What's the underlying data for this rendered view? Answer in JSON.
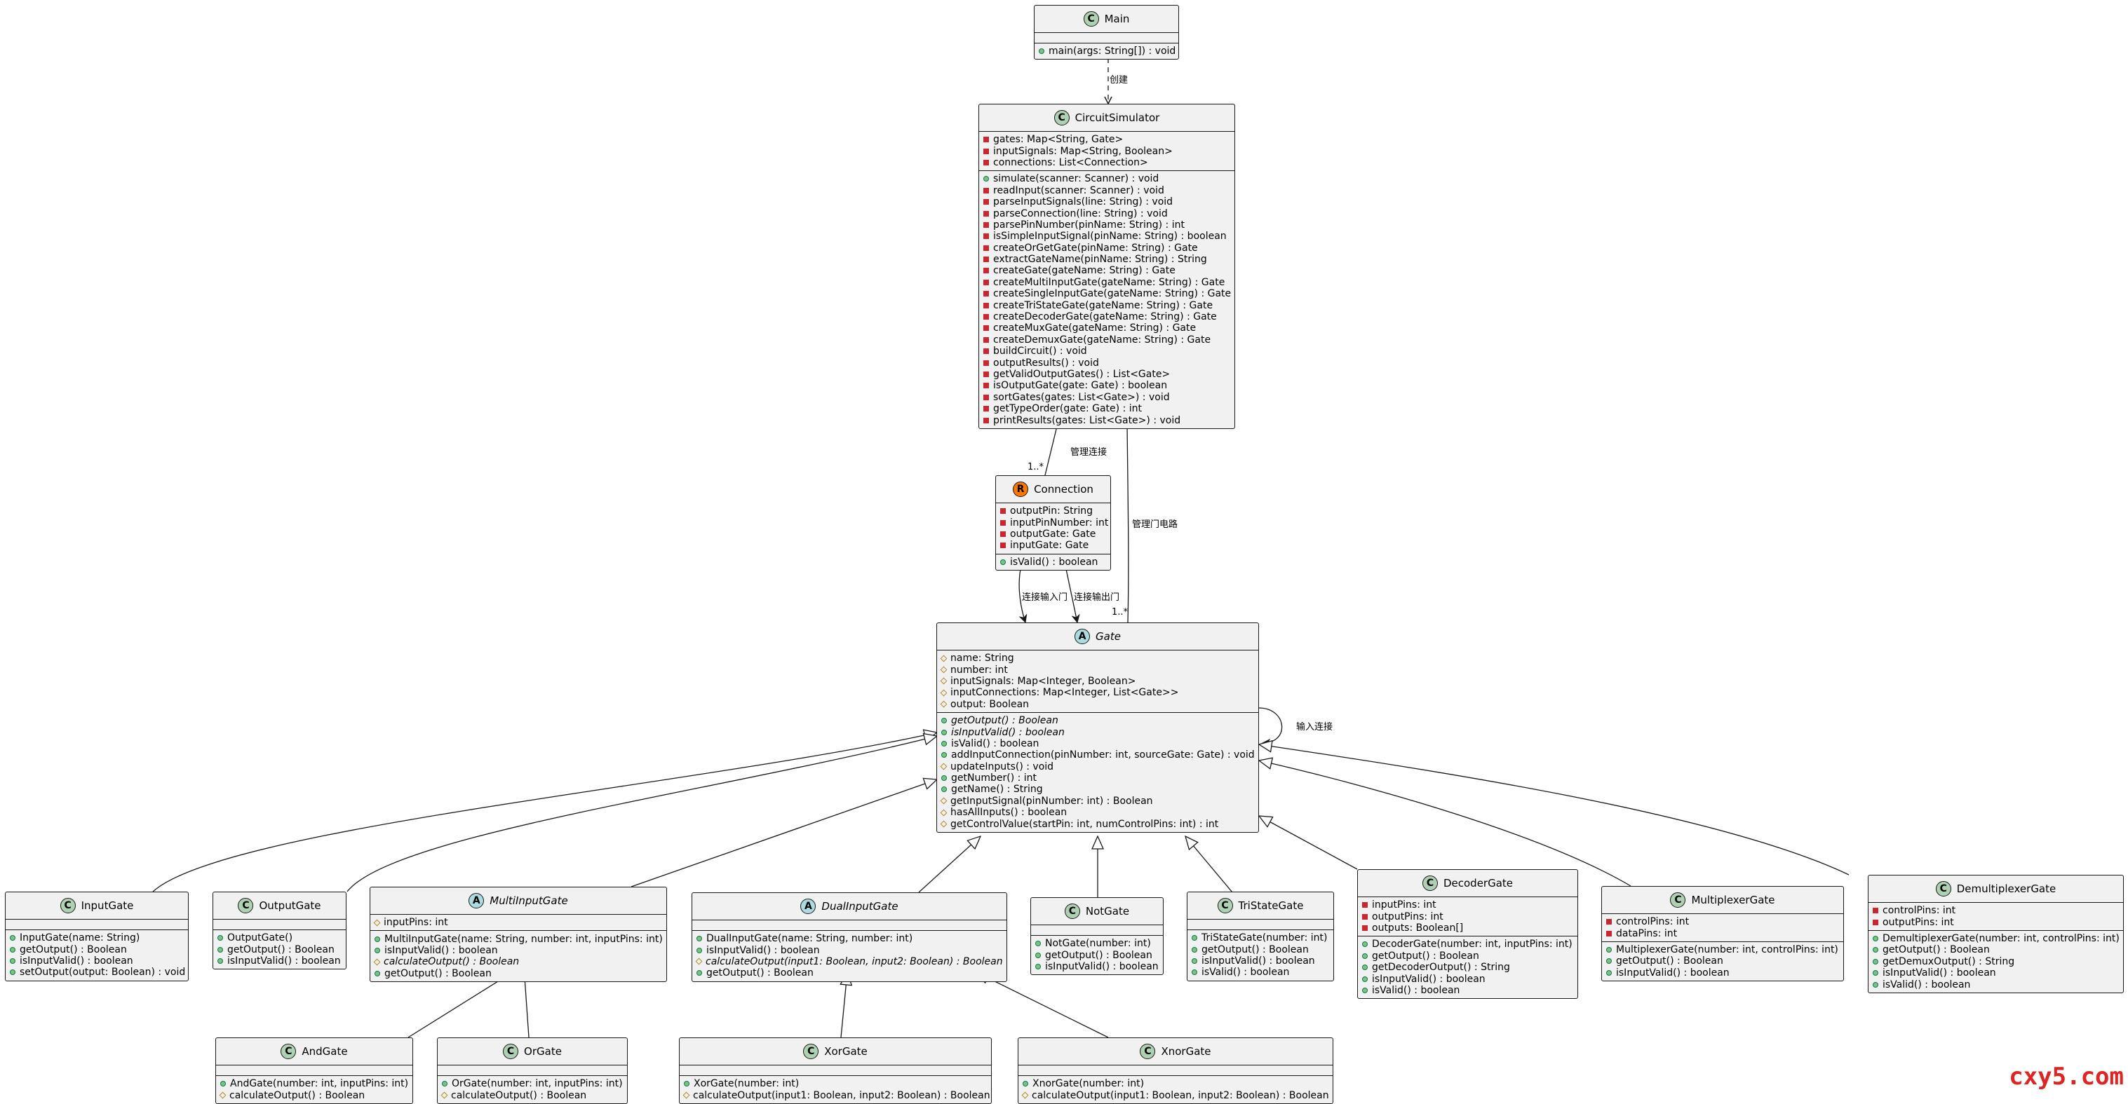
{
  "classes": {
    "main": {
      "name": "Main",
      "kind": "class",
      "fields": [],
      "methods": [
        {
          "v": "pub",
          "t": "main(args: String[]) : void"
        }
      ]
    },
    "simulator": {
      "name": "CircuitSimulator",
      "kind": "class",
      "fields": [
        {
          "v": "pri",
          "t": "gates: Map<String, Gate>"
        },
        {
          "v": "pri",
          "t": "inputSignals: Map<String, Boolean>"
        },
        {
          "v": "pri",
          "t": "connections: List<Connection>"
        }
      ],
      "methods": [
        {
          "v": "pub",
          "t": "simulate(scanner: Scanner) : void"
        },
        {
          "v": "pri",
          "t": "readInput(scanner: Scanner) : void"
        },
        {
          "v": "pri",
          "t": "parseInputSignals(line: String) : void"
        },
        {
          "v": "pri",
          "t": "parseConnection(line: String) : void"
        },
        {
          "v": "pri",
          "t": "parsePinNumber(pinName: String) : int"
        },
        {
          "v": "pri",
          "t": "isSimpleInputSignal(pinName: String) : boolean"
        },
        {
          "v": "pri",
          "t": "createOrGetGate(pinName: String) : Gate"
        },
        {
          "v": "pri",
          "t": "extractGateName(pinName: String) : String"
        },
        {
          "v": "pri",
          "t": "createGate(gateName: String) : Gate"
        },
        {
          "v": "pri",
          "t": "createMultiInputGate(gateName: String) : Gate"
        },
        {
          "v": "pri",
          "t": "createSingleInputGate(gateName: String) : Gate"
        },
        {
          "v": "pri",
          "t": "createTriStateGate(gateName: String) : Gate"
        },
        {
          "v": "pri",
          "t": "createDecoderGate(gateName: String) : Gate"
        },
        {
          "v": "pri",
          "t": "createMuxGate(gateName: String) : Gate"
        },
        {
          "v": "pri",
          "t": "createDemuxGate(gateName: String) : Gate"
        },
        {
          "v": "pri",
          "t": "buildCircuit() : void"
        },
        {
          "v": "pri",
          "t": "outputResults() : void"
        },
        {
          "v": "pri",
          "t": "getValidOutputGates() : List<Gate>"
        },
        {
          "v": "pri",
          "t": "isOutputGate(gate: Gate) : boolean"
        },
        {
          "v": "pri",
          "t": "sortGates(gates: List<Gate>) : void"
        },
        {
          "v": "pri",
          "t": "getTypeOrder(gate: Gate) : int"
        },
        {
          "v": "pri",
          "t": "printResults(gates: List<Gate>) : void"
        }
      ]
    },
    "connection": {
      "name": "Connection",
      "kind": "record",
      "fields": [
        {
          "v": "pri",
          "t": "outputPin: String"
        },
        {
          "v": "pri",
          "t": "inputPinNumber: int"
        },
        {
          "v": "pri",
          "t": "outputGate: Gate"
        },
        {
          "v": "pri",
          "t": "inputGate: Gate"
        }
      ],
      "methods": [
        {
          "v": "pub",
          "t": "isValid() : boolean"
        }
      ]
    },
    "gate": {
      "name": "Gate",
      "kind": "abstract",
      "fields": [
        {
          "v": "pro",
          "t": "name: String"
        },
        {
          "v": "pro",
          "t": "number: int"
        },
        {
          "v": "pro",
          "t": "inputSignals: Map<Integer, Boolean>"
        },
        {
          "v": "pro",
          "t": "inputConnections: Map<Integer, List<Gate>>"
        },
        {
          "v": "pro",
          "t": "output: Boolean"
        }
      ],
      "methods": [
        {
          "v": "pub",
          "t": "getOutput() : Boolean",
          "i": true
        },
        {
          "v": "pub",
          "t": "isInputValid() : boolean",
          "i": true
        },
        {
          "v": "pub",
          "t": "isValid() : boolean"
        },
        {
          "v": "pub",
          "t": "addInputConnection(pinNumber: int, sourceGate: Gate) : void"
        },
        {
          "v": "pro",
          "t": "updateInputs() : void"
        },
        {
          "v": "pub",
          "t": "getNumber() : int"
        },
        {
          "v": "pub",
          "t": "getName() : String"
        },
        {
          "v": "pro",
          "t": "getInputSignal(pinNumber: int) : Boolean"
        },
        {
          "v": "pro",
          "t": "hasAllInputs() : boolean"
        },
        {
          "v": "pro",
          "t": "getControlValue(startPin: int, numControlPins: int) : int"
        }
      ]
    },
    "inputgate": {
      "name": "InputGate",
      "kind": "class",
      "fields": [],
      "methods": [
        {
          "v": "pub",
          "t": "InputGate(name: String)"
        },
        {
          "v": "pub",
          "t": "getOutput() : Boolean"
        },
        {
          "v": "pub",
          "t": "isInputValid() : boolean"
        },
        {
          "v": "pub",
          "t": "setOutput(output: Boolean) : void"
        }
      ]
    },
    "outputgate": {
      "name": "OutputGate",
      "kind": "class",
      "fields": [],
      "methods": [
        {
          "v": "pub",
          "t": "OutputGate()"
        },
        {
          "v": "pub",
          "t": "getOutput() : Boolean"
        },
        {
          "v": "pub",
          "t": "isInputValid() : boolean"
        }
      ]
    },
    "multiinputgate": {
      "name": "MultiInputGate",
      "kind": "abstract",
      "fields": [
        {
          "v": "pro",
          "t": "inputPins: int"
        }
      ],
      "methods": [
        {
          "v": "pub",
          "t": "MultiInputGate(name: String, number: int, inputPins: int)"
        },
        {
          "v": "pub",
          "t": "isInputValid() : boolean"
        },
        {
          "v": "pro",
          "t": "calculateOutput() : Boolean",
          "i": true
        },
        {
          "v": "pub",
          "t": "getOutput() : Boolean"
        }
      ]
    },
    "dualinputgate": {
      "name": "DualInputGate",
      "kind": "abstract",
      "fields": [],
      "methods": [
        {
          "v": "pub",
          "t": "DualInputGate(name: String, number: int)"
        },
        {
          "v": "pub",
          "t": "isInputValid() : boolean"
        },
        {
          "v": "pro",
          "t": "calculateOutput(input1: Boolean, input2: Boolean) : Boolean",
          "i": true
        },
        {
          "v": "pub",
          "t": "getOutput() : Boolean"
        }
      ]
    },
    "notgate": {
      "name": "NotGate",
      "kind": "class",
      "fields": [],
      "methods": [
        {
          "v": "pub",
          "t": "NotGate(number: int)"
        },
        {
          "v": "pub",
          "t": "getOutput() : Boolean"
        },
        {
          "v": "pub",
          "t": "isInputValid() : boolean"
        }
      ]
    },
    "tristategate": {
      "name": "TriStateGate",
      "kind": "class",
      "fields": [],
      "methods": [
        {
          "v": "pub",
          "t": "TriStateGate(number: int)"
        },
        {
          "v": "pub",
          "t": "getOutput() : Boolean"
        },
        {
          "v": "pub",
          "t": "isInputValid() : boolean"
        },
        {
          "v": "pub",
          "t": "isValid() : boolean"
        }
      ]
    },
    "decodergate": {
      "name": "DecoderGate",
      "kind": "class",
      "fields": [
        {
          "v": "pri",
          "t": "inputPins: int"
        },
        {
          "v": "pri",
          "t": "outputPins: int"
        },
        {
          "v": "pri",
          "t": "outputs: Boolean[]"
        }
      ],
      "methods": [
        {
          "v": "pub",
          "t": "DecoderGate(number: int, inputPins: int)"
        },
        {
          "v": "pub",
          "t": "getOutput() : Boolean"
        },
        {
          "v": "pub",
          "t": "getDecoderOutput() : String"
        },
        {
          "v": "pub",
          "t": "isInputValid() : boolean"
        },
        {
          "v": "pub",
          "t": "isValid() : boolean"
        }
      ]
    },
    "multiplexergate": {
      "name": "MultiplexerGate",
      "kind": "class",
      "fields": [
        {
          "v": "pri",
          "t": "controlPins: int"
        },
        {
          "v": "pri",
          "t": "dataPins: int"
        }
      ],
      "methods": [
        {
          "v": "pub",
          "t": "MultiplexerGate(number: int, controlPins: int)"
        },
        {
          "v": "pub",
          "t": "getOutput() : Boolean"
        },
        {
          "v": "pub",
          "t": "isInputValid() : boolean"
        }
      ]
    },
    "demultiplexergate": {
      "name": "DemultiplexerGate",
      "kind": "class",
      "fields": [
        {
          "v": "pri",
          "t": "controlPins: int"
        },
        {
          "v": "pri",
          "t": "outputPins: int"
        }
      ],
      "methods": [
        {
          "v": "pub",
          "t": "DemultiplexerGate(number: int, controlPins: int)"
        },
        {
          "v": "pub",
          "t": "getOutput() : Boolean"
        },
        {
          "v": "pub",
          "t": "getDemuxOutput() : String"
        },
        {
          "v": "pub",
          "t": "isInputValid() : boolean"
        },
        {
          "v": "pub",
          "t": "isValid() : boolean"
        }
      ]
    },
    "andgate": {
      "name": "AndGate",
      "kind": "class",
      "fields": [],
      "methods": [
        {
          "v": "pub",
          "t": "AndGate(number: int, inputPins: int)"
        },
        {
          "v": "pro",
          "t": "calculateOutput() : Boolean"
        }
      ]
    },
    "orgate": {
      "name": "OrGate",
      "kind": "class",
      "fields": [],
      "methods": [
        {
          "v": "pub",
          "t": "OrGate(number: int, inputPins: int)"
        },
        {
          "v": "pro",
          "t": "calculateOutput() : Boolean"
        }
      ]
    },
    "xorgate": {
      "name": "XorGate",
      "kind": "class",
      "fields": [],
      "methods": [
        {
          "v": "pub",
          "t": "XorGate(number: int)"
        },
        {
          "v": "pro",
          "t": "calculateOutput(input1: Boolean, input2: Boolean) : Boolean"
        }
      ]
    },
    "xnorgate": {
      "name": "XnorGate",
      "kind": "class",
      "fields": [],
      "methods": [
        {
          "v": "pub",
          "t": "XnorGate(number: int)"
        },
        {
          "v": "pro",
          "t": "calculateOutput(input1: Boolean, input2: Boolean) : Boolean"
        }
      ]
    }
  },
  "labels": {
    "create": "创建",
    "manage_conn": "管理连接",
    "manage_gate": "管理门电路",
    "conn_in": "连接输入门",
    "conn_out": "连接输出门",
    "input_conn": "输入连接",
    "mult_conn": "1..*",
    "mult_gate": "1..*"
  },
  "badges": {
    "class": "C",
    "abstract": "A",
    "record": "R"
  },
  "watermark": "cxy5.com",
  "colors": {
    "box_fill": "#f1f1f1",
    "class_badge": "#add1b2",
    "abstract_badge": "#a9dcdf",
    "record_badge": "#ff7700",
    "public": "#84be84",
    "private": "#c82930",
    "protected": "#b38d22",
    "watermark": "#e02424"
  }
}
